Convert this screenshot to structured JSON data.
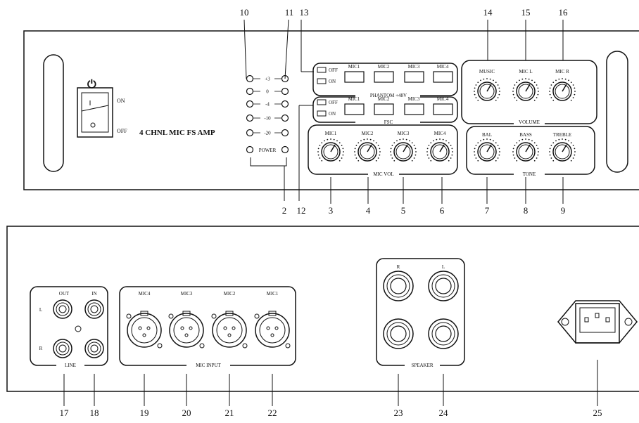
{
  "front": {
    "title": "4 CHNL MIC FS AMP",
    "power_symbol": "⏻",
    "switch": {
      "on_label": "ON",
      "off_label": "OFF"
    },
    "meter_levels": [
      "+3",
      "0",
      "-4",
      "-10",
      "-20"
    ],
    "power_label": "POWER",
    "phantom": {
      "mics": [
        "MIC1",
        "MIC2",
        "MIC3",
        "MIC4"
      ],
      "caption": "PHANTOM +48V",
      "off": "OFF",
      "on": "ON"
    },
    "fsc": {
      "mics": [
        "MIC1",
        "MIC2",
        "MIC3",
        "MIC4"
      ],
      "caption": "FSC",
      "off": "OFF",
      "on": "ON"
    },
    "mic_vol": {
      "knobs": [
        "MIC1",
        "MIC2",
        "MIC3",
        "MIC4"
      ],
      "caption": "MIC VOL"
    },
    "volume": {
      "knobs": [
        "MUSIC",
        "MIC L",
        "MIC R"
      ],
      "caption": "VOLUME"
    },
    "tone": {
      "knobs": [
        "BAL",
        "BASS",
        "TREBLE"
      ],
      "caption": "TONE"
    },
    "callouts_top": [
      "10",
      "11",
      "13",
      "14",
      "15",
      "16"
    ],
    "callouts_bottom": [
      "2",
      "12",
      "3",
      "4",
      "5",
      "6",
      "7",
      "8",
      "9"
    ]
  },
  "rear": {
    "line": {
      "out": "OUT",
      "in": "IN",
      "l": "L",
      "r": "R",
      "caption": "LINE"
    },
    "mic_input": {
      "mics": [
        "MIC4",
        "MIC3",
        "MIC2",
        "MIC1"
      ],
      "caption": "MIC INPUT"
    },
    "speaker": {
      "r": "R",
      "l": "L",
      "caption": "SPEAKER"
    },
    "callouts": [
      "17",
      "18",
      "19",
      "20",
      "21",
      "22",
      "23",
      "24",
      "25"
    ]
  }
}
